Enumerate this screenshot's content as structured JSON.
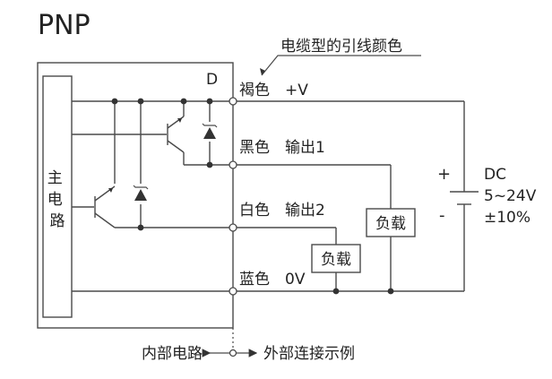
{
  "title": "PNP",
  "lead_wire_color_note": "电缆型的引线颜色",
  "main_circuit_label": "主电路",
  "diode_label": "D",
  "wires": [
    {
      "color": "褐色",
      "signal": "+V"
    },
    {
      "color": "黑色",
      "signal": "输出1"
    },
    {
      "color": "白色",
      "signal": "输出2"
    },
    {
      "color": "蓝色",
      "signal": "0V"
    }
  ],
  "load_labels": [
    "负载",
    "负载"
  ],
  "power_supply": {
    "plus": "+",
    "minus": "-",
    "type": "DC",
    "voltage": "5~24V",
    "tolerance": "±10%"
  },
  "boundary": {
    "internal": "内部电路",
    "external": "外部连接示例"
  },
  "colors": {
    "line": "#4a4a4a",
    "text": "#222222",
    "background": "#ffffff"
  }
}
